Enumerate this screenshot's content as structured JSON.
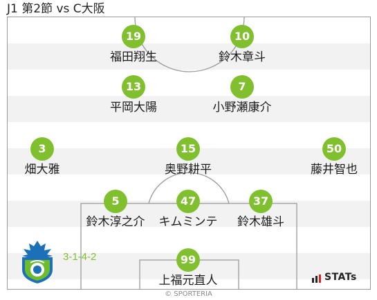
{
  "match_title": "J1 第2節 vs C大阪",
  "formation": "3-1-4-2",
  "credit": "© SPORTERIA",
  "stats_logo": "STATs",
  "colors": {
    "number_badge": "#80bf2e",
    "formation_text": "#7fbf2e",
    "stripe": "#f2f2f2",
    "pitch_line": "#999999",
    "crest_blue": "#1b70b8",
    "crest_green": "#6dbb2f"
  },
  "crest_icon": "shonan-bellmare-crest",
  "players": [
    {
      "number": "19",
      "name": "福田翔生"
    },
    {
      "number": "10",
      "name": "鈴木章斗"
    },
    {
      "number": "13",
      "name": "平岡大陽"
    },
    {
      "number": "7",
      "name": "小野瀬康介"
    },
    {
      "number": "3",
      "name": "畑大雅"
    },
    {
      "number": "15",
      "name": "奥野耕平"
    },
    {
      "number": "50",
      "name": "藤井智也"
    },
    {
      "number": "5",
      "name": "鈴木淳之介"
    },
    {
      "number": "47",
      "name": "キムミンテ"
    },
    {
      "number": "37",
      "name": "鈴木雄斗"
    },
    {
      "number": "99",
      "name": "上福元直人"
    }
  ]
}
